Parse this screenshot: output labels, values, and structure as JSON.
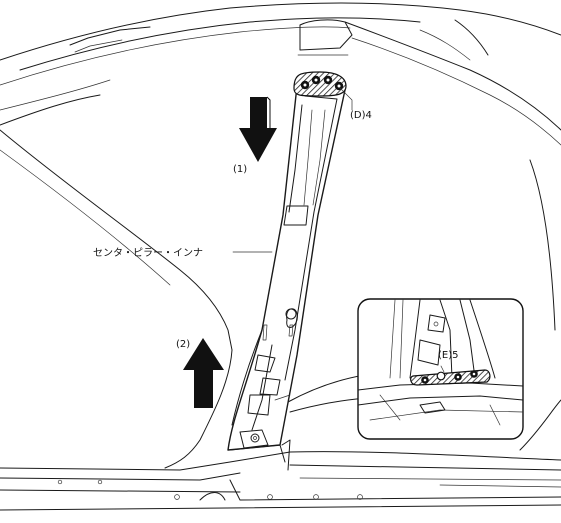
{
  "labels": {
    "center_pillar_inner": "センタ・ピラー・インナ",
    "callout_d4": "(D)4",
    "callout_e5": "(E)5",
    "step1": "(1)",
    "step2": "(2)"
  },
  "arrows": {
    "step1_direction": "down",
    "step2_direction": "up",
    "color": "#111111"
  }
}
